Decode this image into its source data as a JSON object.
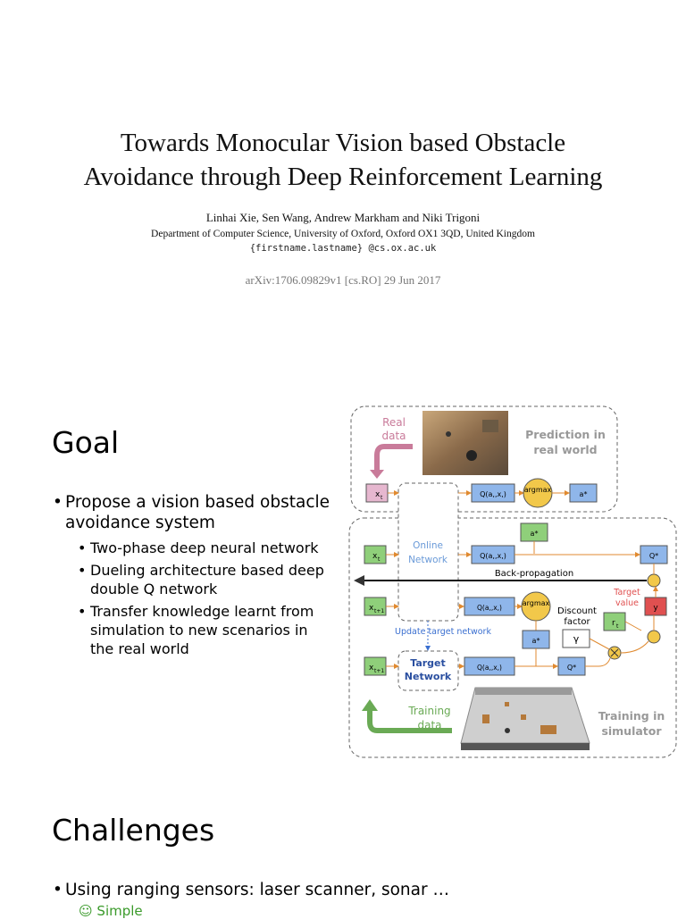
{
  "paper": {
    "title_line1": "Towards Monocular Vision based Obstacle",
    "title_line2": "Avoidance through Deep Reinforcement Learning",
    "authors": "Linhai Xie, Sen Wang, Andrew Markham and Niki Trigoni",
    "affiliation": "Department of Computer Science, University of Oxford, Oxford OX1 3QD, United Kingdom",
    "email": "{firstname.lastname} @cs.ox.ac.uk",
    "arxiv": "arXiv:1706.09829v1 [cs.RO] 29 Jun 2017"
  },
  "goal": {
    "heading": "Goal",
    "bullet_line1": "Propose a vision based obstacle",
    "bullet_line2": "avoidance system",
    "sub1": "Two-phase deep neural network",
    "sub2_line1": "Dueling architecture based deep",
    "sub2_line2": "double Q network",
    "sub3_line1": "Transfer knowledge learnt from",
    "sub3_line2": "simulation to new scenarios in",
    "sub3_line3": "the real world"
  },
  "diagram": {
    "real_data": [
      "Real",
      "data"
    ],
    "prediction": [
      "Prediction in",
      "real world"
    ],
    "x_t": "x",
    "x_t_sub": "t",
    "q_top": "Q(a",
    "argmax": "argmax",
    "a_star_t": "a*",
    "online": [
      "Online",
      "Network"
    ],
    "target": [
      "Target",
      "Network"
    ],
    "backprop": "Back-propagation",
    "target_value": [
      "Target",
      "value"
    ],
    "discount": [
      "Discount",
      "factor"
    ],
    "gamma": "γ",
    "update": "Update target network",
    "training_data": [
      "Training",
      "data"
    ],
    "training_sim": [
      "Training in",
      "simulator"
    ],
    "y": "y",
    "r_t": "r",
    "q_star_t": "Q*",
    "q_star_t1": "Q*",
    "colors": {
      "green": "#8fcf7a",
      "blue": "#8fb6ea",
      "orange": "#f0a040",
      "red": "#e05050",
      "yellow": "#f2c84a"
    }
  },
  "challenges": {
    "heading": "Challenges",
    "bullet1": "Using ranging sensors: laser scanner, sonar …",
    "smiley": "☺",
    "smiley_text": "Simple"
  }
}
